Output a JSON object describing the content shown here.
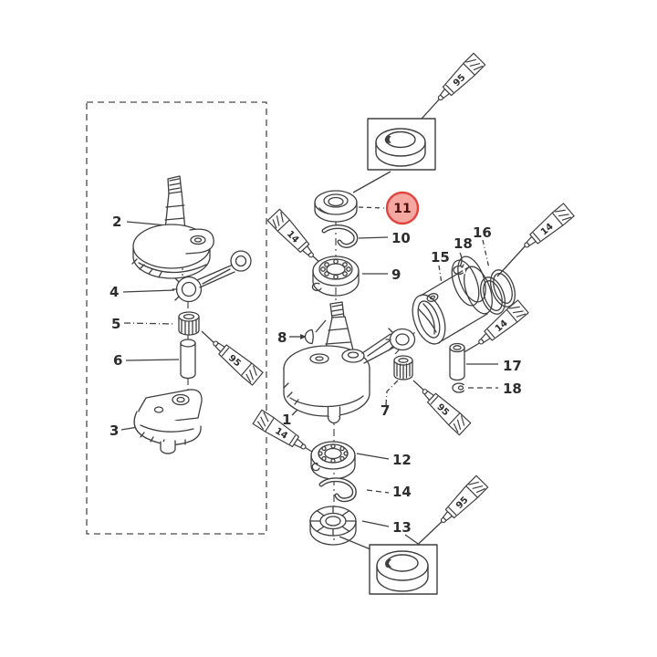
{
  "figure": {
    "kind": "exploded-parts-diagram",
    "line_color": "#3f3f3f",
    "highlight": {
      "label": "11",
      "fill": "#f5a8a2",
      "stroke": "#e2453e",
      "text_color": "#4a100e"
    },
    "callouts": {
      "n1": "1",
      "n2": "2",
      "n3": "3",
      "n4": "4",
      "n5": "5",
      "n6": "6",
      "n7": "7",
      "n8": "8",
      "n9": "9",
      "n10": "10",
      "n12": "12",
      "n13": "13",
      "n14_clip": "14",
      "n15": "15",
      "n16": "16",
      "n17": "17",
      "n18_top": "18",
      "n18_side": "18"
    },
    "tube_labels": {
      "t95": "95",
      "t14": "14"
    }
  }
}
